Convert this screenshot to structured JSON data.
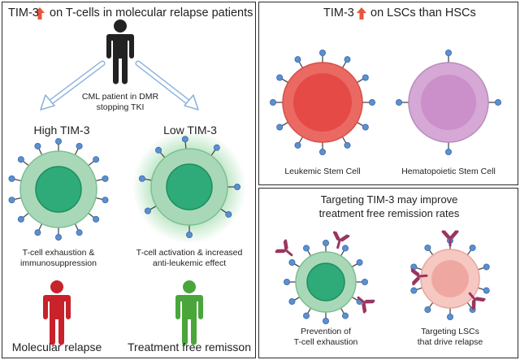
{
  "left_panel": {
    "title_prefix": "TIM-3",
    "title_suffix": "on T-cells in molecular relapse patients",
    "patient_line1": "CML patient in DMR",
    "patient_line2": "stopping TKI",
    "high_label": "High TIM-3",
    "low_label": "Low TIM-3",
    "high_desc_line1": "T-cell exhaustion &",
    "high_desc_line2": "immunosuppression",
    "low_desc_line1": "T-cell activation & increased",
    "low_desc_line2": "anti-leukemic effect",
    "outcome_high": "Molecular relapse",
    "outcome_low": "Treatment free remisson"
  },
  "top_right_panel": {
    "title_prefix": "TIM-3",
    "title_suffix": "on LSCs than HSCs",
    "lsc_label": "Leukemic Stem Cell",
    "hsc_label": "Hematopoietic Stem Cell"
  },
  "bottom_right_panel": {
    "title_line1": "Targeting TIM-3 may improve",
    "title_line2": "treatment free remission rates",
    "left_caption_line1": "Prevention of",
    "left_caption_line2": "T-cell exhaustion",
    "right_caption_line1": "Targeting LSCs",
    "right_caption_line2": "that drive relapse"
  },
  "icons": {
    "up_arrow": "red-up-arrow-icon",
    "person": "person-icon",
    "receptor": "tim3-receptor-icon",
    "antibody": "antibody-icon"
  },
  "colors": {
    "up_arrow": "#e8553f",
    "tcell_outer": "#a9d8b8",
    "tcell_inner": "#2eab78",
    "receptor": "#5b8fd1",
    "lsc_outer": "#ea6a63",
    "lsc_inner": "#e54a46",
    "hsc_outer": "#d5a8d6",
    "hsc_inner": "#cb8fca",
    "relapse_person": "#c8222a",
    "remission_person": "#4aa63a",
    "antibody": "#9a3560",
    "blast_outer": "#f6c8c2",
    "blast_inner": "#efa8a1"
  }
}
